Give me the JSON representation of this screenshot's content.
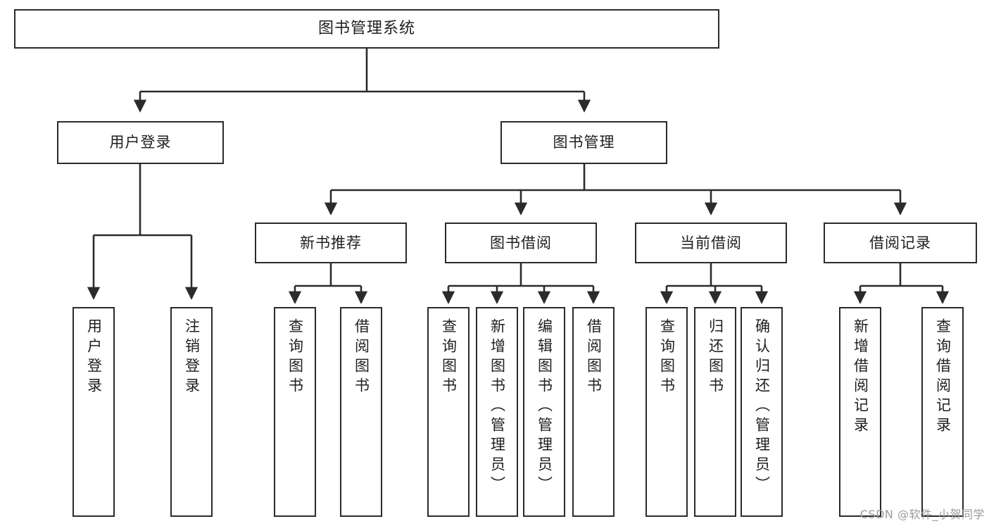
{
  "diagram": {
    "type": "tree-hierarchy",
    "title": "图书管理系统",
    "root": {
      "label": "图书管理系统"
    },
    "level1": [
      {
        "id": "user-login",
        "label": "用户登录"
      },
      {
        "id": "book-manage",
        "label": "图书管理"
      }
    ],
    "level2": [
      {
        "id": "new-book-recommend",
        "label": "新书推荐",
        "parent": "book-manage"
      },
      {
        "id": "book-borrow",
        "label": "图书借阅",
        "parent": "book-manage"
      },
      {
        "id": "current-borrow",
        "label": "当前借阅",
        "parent": "book-manage"
      },
      {
        "id": "borrow-record",
        "label": "借阅记录",
        "parent": "book-manage"
      }
    ],
    "leaves": {
      "user-login": [
        {
          "id": "leaf-user-login",
          "label": "用户登录"
        },
        {
          "id": "leaf-logout-login",
          "label": "注销登录"
        }
      ],
      "new-book-recommend": [
        {
          "id": "leaf-query-book-1",
          "label": "查询图书"
        },
        {
          "id": "leaf-borrow-book-1",
          "label": "借阅图书"
        }
      ],
      "book-borrow": [
        {
          "id": "leaf-query-book-2",
          "label": "查询图书"
        },
        {
          "id": "leaf-add-book",
          "label": "新增图书（管理员）"
        },
        {
          "id": "leaf-edit-book",
          "label": "编辑图书（管理员）"
        },
        {
          "id": "leaf-borrow-book-2",
          "label": "借阅图书"
        }
      ],
      "current-borrow": [
        {
          "id": "leaf-query-book-3",
          "label": "查询图书"
        },
        {
          "id": "leaf-return-book",
          "label": "归还图书"
        },
        {
          "id": "leaf-confirm-return",
          "label": "确认归还（管理员）"
        }
      ],
      "borrow-record": [
        {
          "id": "leaf-add-record",
          "label": "新增借阅记录"
        },
        {
          "id": "leaf-query-record",
          "label": "查询借阅记录"
        }
      ]
    },
    "colors": {
      "border": "#2b2b2b",
      "connector": "#2b2b2b",
      "background": "#ffffff",
      "text": "#1f1f1f",
      "watermark": "#9b9b9b"
    }
  },
  "watermark": {
    "text": "CSDN @软件_小贺同学"
  }
}
